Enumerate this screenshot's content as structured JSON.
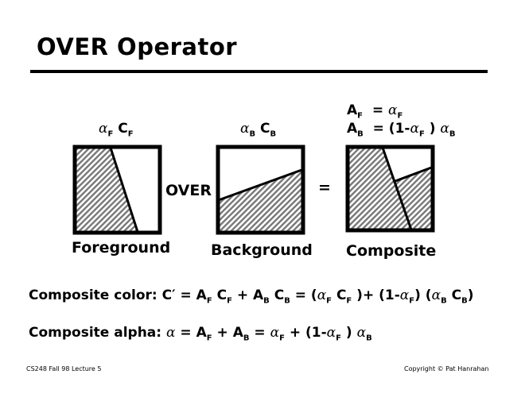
{
  "title": "OVER Operator",
  "labels": {
    "foreground": "Foreground",
    "background": "Background",
    "composite": "Composite",
    "over": "OVER",
    "equals": "="
  },
  "formulas": {
    "fg": [
      [
        "α",
        "F",
        "a"
      ],
      [
        " "
      ],
      [
        "C",
        "F"
      ]
    ],
    "bg": [
      [
        "α",
        "B",
        "a"
      ],
      [
        " "
      ],
      [
        "C",
        "B"
      ]
    ],
    "af": [
      [
        "A",
        "F"
      ],
      [
        "  = "
      ],
      [
        "α",
        "F",
        "a"
      ]
    ],
    "ab": [
      [
        "A",
        "B"
      ],
      [
        "  = (1-"
      ],
      [
        "α",
        "F",
        "a"
      ],
      [
        " ) "
      ],
      [
        "α",
        "B",
        "a"
      ]
    ],
    "color": [
      [
        "Composite color: C′ = "
      ],
      [
        "A",
        "F"
      ],
      [
        " "
      ],
      [
        "C",
        "F"
      ],
      [
        " + "
      ],
      [
        "A",
        "B"
      ],
      [
        " "
      ],
      [
        "C",
        "B"
      ],
      [
        " = ("
      ],
      [
        "α",
        "F",
        "a"
      ],
      [
        " "
      ],
      [
        "C",
        "F"
      ],
      [
        " )+ (1-"
      ],
      [
        "α",
        "F",
        "a"
      ],
      [
        ") ("
      ],
      [
        "α",
        "B",
        "a"
      ],
      [
        " "
      ],
      [
        "C",
        "B"
      ],
      [
        ")"
      ]
    ],
    "alpha": [
      [
        "Composite alpha: "
      ],
      [
        "α",
        "",
        "a"
      ],
      [
        " = "
      ],
      [
        "A",
        "F"
      ],
      [
        " + "
      ],
      [
        "A",
        "B"
      ],
      [
        " = "
      ],
      [
        "α",
        "F",
        "a"
      ],
      [
        " + (1-"
      ],
      [
        "α",
        "F",
        "a"
      ],
      [
        " ) "
      ],
      [
        "α",
        "B",
        "a"
      ]
    ]
  },
  "footer": {
    "left": "CS248 Fall 98 Lecture 5",
    "right": "Copyright © Pat Hanrahan"
  }
}
